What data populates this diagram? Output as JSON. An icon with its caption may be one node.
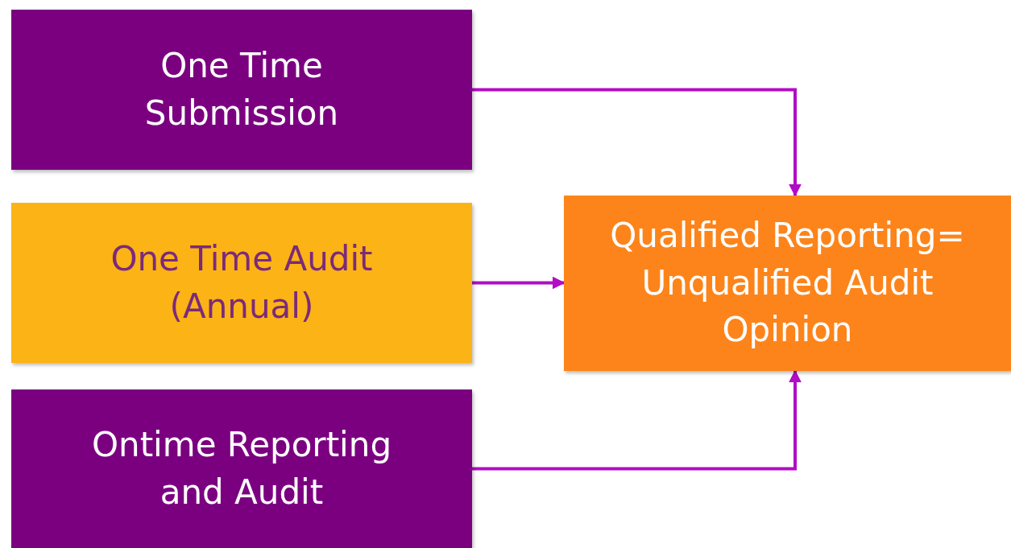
{
  "diagram": {
    "nodes": [
      {
        "text": [
          "One Time Submission"
        ]
      },
      {
        "text": [
          "One Time Audit (Annual)"
        ]
      },
      {
        "text": [
          "Ontime Reporting and Audit"
        ]
      },
      {
        "text": [
          "Qualified Reporting= Unqualified Audit Opinion"
        ]
      }
    ],
    "edges": [
      {
        "from": 0,
        "to": 3,
        "arrow": "to"
      },
      {
        "from": 1,
        "to": 3,
        "arrow": "to"
      },
      {
        "from": 2,
        "to": 3,
        "arrow": "to"
      }
    ]
  }
}
